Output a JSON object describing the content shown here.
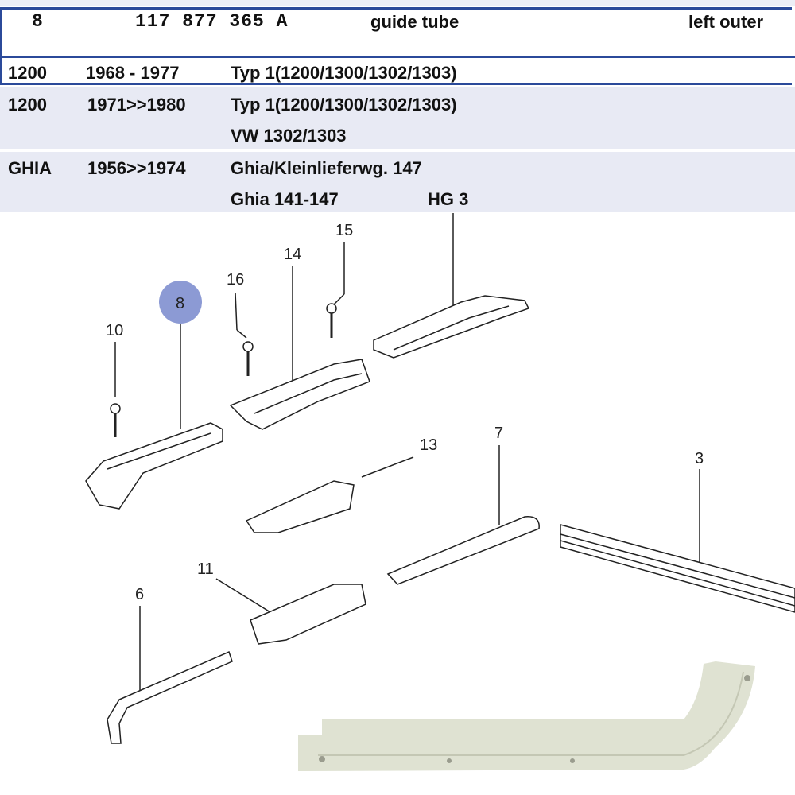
{
  "part": {
    "pos": "8",
    "number": "117 877 365 A",
    "name": "guide tube",
    "note": "left outer"
  },
  "applications": [
    {
      "model": "1200",
      "years": "1968 - 1977",
      "lines": [
        "Typ 1(1200/1300/1302/1303)"
      ]
    },
    {
      "model": "1200",
      "years": "1971>>1980",
      "lines": [
        "Typ 1(1200/1300/1302/1303)",
        "VW 1302/1303"
      ]
    },
    {
      "model": "GHIA",
      "years": "1956>>1974",
      "lines": [
        "Ghia/Kleinlieferwg. 147",
        "Ghia 141-147"
      ],
      "extra": "HG 3"
    }
  ],
  "diagram": {
    "labels": [
      "15",
      "14",
      "16",
      "8",
      "10",
      "13",
      "7",
      "3",
      "11",
      "6"
    ],
    "highlight_color": "#8c9ad4"
  }
}
